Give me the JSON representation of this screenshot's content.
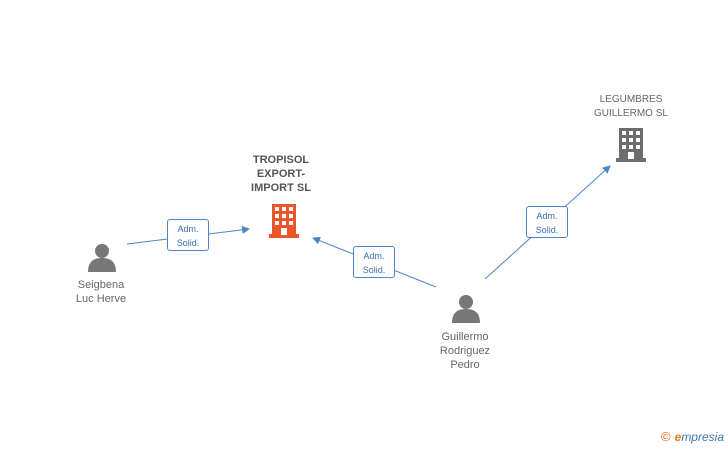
{
  "nodes": {
    "tropisol": {
      "label": "TROPISOL\nEXPORT-\nIMPORT SL",
      "type": "company",
      "color": "#e8582a"
    },
    "legumbres": {
      "label": "LEGUMBRES\nGUILLERMO SL",
      "type": "company",
      "color": "#6d6d6d"
    },
    "seigbena": {
      "label": "Seigbena\nLuc Herve",
      "type": "person"
    },
    "guillermo": {
      "label": "Guillermo\nRodriguez\nPedro",
      "type": "person"
    }
  },
  "edges": {
    "seigbena_tropisol": {
      "label": "Adm.\nSolid."
    },
    "guillermo_tropisol": {
      "label": "Adm.\nSolid."
    },
    "guillermo_legumbres": {
      "label": "Adm.\nSolid."
    }
  },
  "colors": {
    "edge": "#4a86c8",
    "person": "#777777"
  },
  "brand": {
    "symbol": "©",
    "name_initial": "e",
    "name_rest": "mpresia"
  }
}
